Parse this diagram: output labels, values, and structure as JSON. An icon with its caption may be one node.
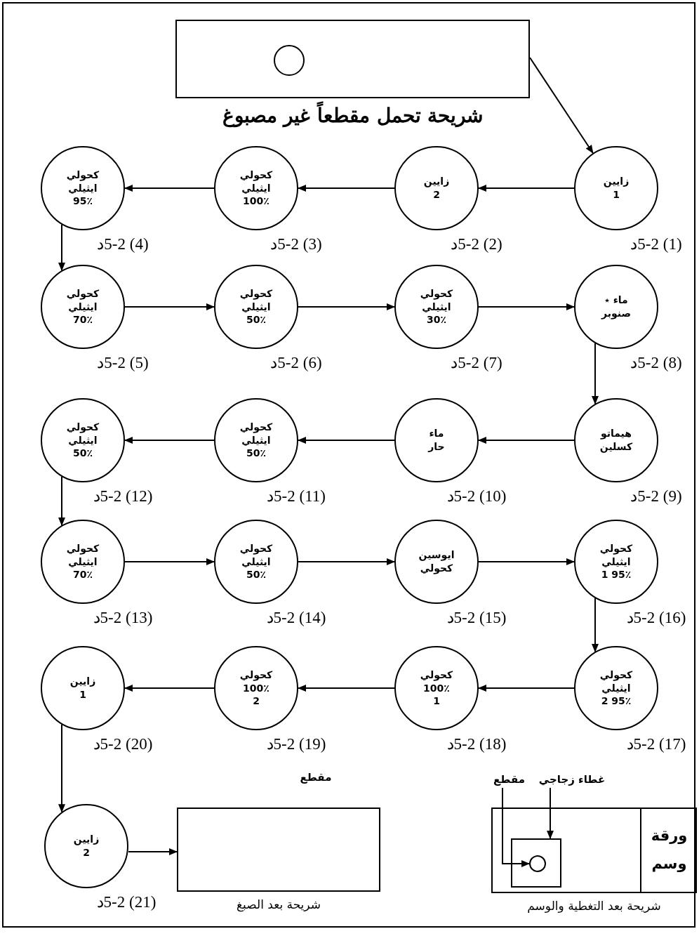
{
  "diagram": {
    "nodes": [
      {
        "text": [
          "شريحة تحمل مقطعاً غير مصبوغ"
        ]
      },
      {
        "text": [
          "زايين 1"
        ],
        "beside": [
          "(1) 5-2د"
        ]
      },
      {
        "text": [
          "زايين 2"
        ],
        "beside": [
          "(2) 5-2د"
        ]
      },
      {
        "text": [
          "كحولي ايثيلي ٪100"
        ],
        "beside": [
          "(3) 5-2د"
        ]
      },
      {
        "text": [
          "كحولي ايثيلي ٪95"
        ],
        "beside": [
          "(4) 5-2د"
        ]
      },
      {
        "text": [
          "كحولي ايثيلي ٪70"
        ],
        "beside": [
          "(5) 5-2د"
        ]
      },
      {
        "text": [
          "كحولي ايثيلي ٪50"
        ],
        "beside": [
          "(6) 5-2د"
        ]
      },
      {
        "text": [
          "كحولي ايثيلي ٪30"
        ],
        "beside": [
          "(7) 5-2د"
        ]
      },
      {
        "text": [
          "ماء ٭ صنوبر"
        ],
        "beside": [
          "(8) 5-2د"
        ]
      },
      {
        "text": [
          "هيماتو كسلين"
        ],
        "beside": [
          "(9) 5-2د"
        ]
      },
      {
        "text": [
          "ماء حار"
        ],
        "beside": [
          "(10) 5-2د"
        ]
      },
      {
        "text": [
          "كحولي ايثيلي ٪50"
        ],
        "beside": [
          "(11) 5-2د"
        ]
      },
      {
        "text": [
          "كحولي ايثيلي ٪50"
        ],
        "beside": [
          "(12) 5-2د"
        ]
      },
      {
        "text": [
          "كحولي ايثيلي ٪70"
        ],
        "beside": [
          "(13) 5-2د"
        ]
      },
      {
        "text": [
          "كحولي ايثيلي ٪50"
        ],
        "beside": [
          "(14) 5-2د"
        ]
      },
      {
        "text": [
          "ايوسين كحولي"
        ],
        "beside": [
          "(15) 5-2د"
        ]
      },
      {
        "text": [
          "كحولي ايثيلي ٪95 1"
        ],
        "beside": [
          "(16) 5-2د"
        ]
      },
      {
        "text": [
          "كحولي ايثيلي ٪95 2"
        ],
        "beside": [
          "(17) 5-2د"
        ]
      },
      {
        "text": [
          "كحولي ٪100 1"
        ],
        "beside": [
          "(18) 5-2د"
        ]
      },
      {
        "text": [
          "كحولي ٪100 2"
        ],
        "beside": [
          "(19) 5-2د"
        ]
      },
      {
        "text": [
          "زايين 1"
        ],
        "beside": [
          "(20) 5-2د"
        ]
      },
      {
        "text": [
          "زايين 2"
        ],
        "beside": [
          "(21) 5-2د"
        ]
      },
      {
        "text": [
          "شريحة بعد الصبغ"
        ]
      },
      {
        "text": [
          "شريحة بعد التغطية والوسم"
        ]
      },
      {
        "text": [
          "ورقة وسم"
        ],
        "in": 23
      },
      {
        "text": [
          "مقطع"
        ]
      },
      {
        "text": [
          "غطاء زجاجي"
        ]
      },
      {
        "text": [],
        "shape": "box",
        "in": 23
      },
      {
        "text": [],
        "shape": "circle",
        "in": 27
      }
    ],
    "edges": [
      {
        "from": 0,
        "to": 1,
        "arrow": "to"
      },
      {
        "from": 1,
        "to": 2,
        "arrow": "to"
      },
      {
        "from": 2,
        "to": 3,
        "arrow": "to"
      },
      {
        "from": 3,
        "to": 4,
        "arrow": "to"
      },
      {
        "from": 4,
        "to": 5,
        "arrow": "to"
      },
      {
        "from": 5,
        "to": 6,
        "arrow": "to"
      },
      {
        "from": 6,
        "to": 7,
        "arrow": "to"
      },
      {
        "from": 7,
        "to": 8,
        "arrow": "to"
      },
      {
        "from": 8,
        "to": 9,
        "arrow": "to"
      },
      {
        "from": 9,
        "to": 10,
        "arrow": "to"
      },
      {
        "from": 10,
        "to": 11,
        "arrow": "to"
      },
      {
        "from": 11,
        "to": 12,
        "arrow": "to"
      },
      {
        "from": 12,
        "to": 13,
        "arrow": "to"
      },
      {
        "from": 13,
        "to": 14,
        "arrow": "to"
      },
      {
        "from": 14,
        "to": 15,
        "arrow": "to"
      },
      {
        "from": 15,
        "to": 16,
        "arrow": "to"
      },
      {
        "from": 16,
        "to": 17,
        "arrow": "to"
      },
      {
        "from": 17,
        "to": 18,
        "arrow": "to"
      },
      {
        "from": 18,
        "to": 19,
        "arrow": "to"
      },
      {
        "from": 19,
        "to": 20,
        "arrow": "to"
      },
      {
        "from": 20,
        "to": 21,
        "arrow": "to"
      },
      {
        "from": 21,
        "to": 22,
        "arrow": "to"
      },
      {
        "from": 25,
        "to": 28,
        "arrow": "to"
      },
      {
        "from": 26,
        "to": 27,
        "arrow": "to"
      }
    ],
    "labels": [
      "مقطع"
    ]
  }
}
